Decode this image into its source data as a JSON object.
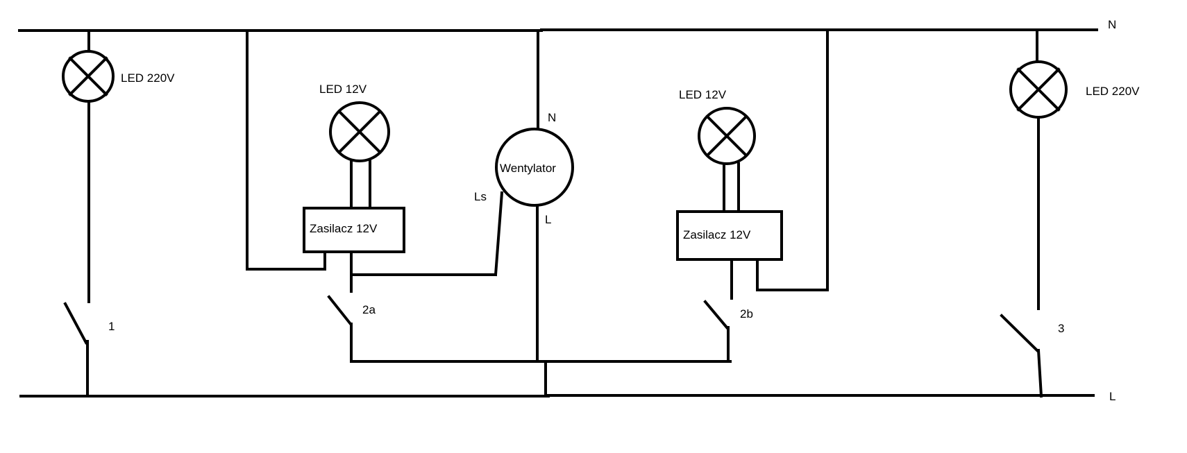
{
  "rails": {
    "neutral": "N",
    "live": "L"
  },
  "lamps": {
    "led220_left": "LED 220V",
    "led12_a": "LED 12V",
    "led12_b": "LED 12V",
    "led220_right": "LED 220V"
  },
  "psu": {
    "a": "Zasilacz 12V",
    "b": "Zasilacz 12V"
  },
  "fan": {
    "label": "Wentylator",
    "n": "N",
    "l": "L",
    "ls": "Ls"
  },
  "switches": {
    "s1": "1",
    "s2a": "2a",
    "s2b": "2b",
    "s3": "3"
  }
}
